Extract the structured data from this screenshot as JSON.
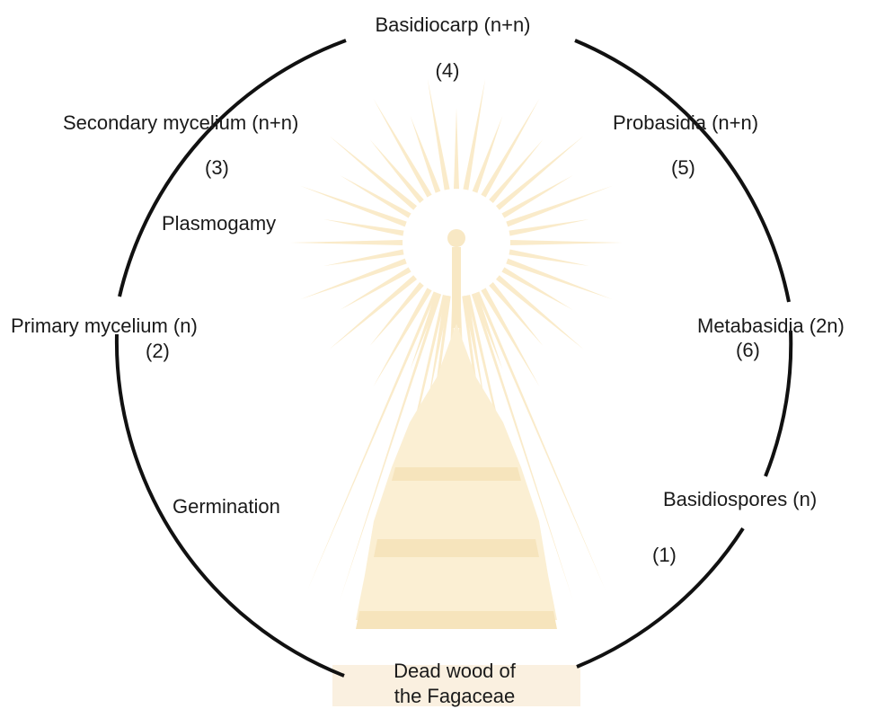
{
  "diagram": {
    "stages": {
      "basidiocarp": {
        "label": "Basidiocarp (n+n)",
        "number": "(4)"
      },
      "probasidia": {
        "label": "Probasidia (n+n)",
        "number": "(5)"
      },
      "metabasidia": {
        "label": "Metabasidia (2n)",
        "number": "(6)"
      },
      "basidiospores": {
        "label": "Basidiospores (n)",
        "number": "(1)"
      },
      "primary_mycelium": {
        "label": "Primary mycelium (n)",
        "number": "(2)"
      },
      "secondary_mycelium": {
        "label": "Secondary mycelium (n+n)",
        "number": "(3)"
      }
    },
    "processes": {
      "plasmogamy": "Plasmogamy",
      "germination": "Germination"
    },
    "substrate": {
      "line1": "Dead wood of",
      "line2": "the Fagaceae"
    },
    "colors": {
      "arc": "#111111",
      "text": "#1a1a1a",
      "watermark": "#f6dba0"
    },
    "watermark_icon": "university-emblem-watermark"
  }
}
